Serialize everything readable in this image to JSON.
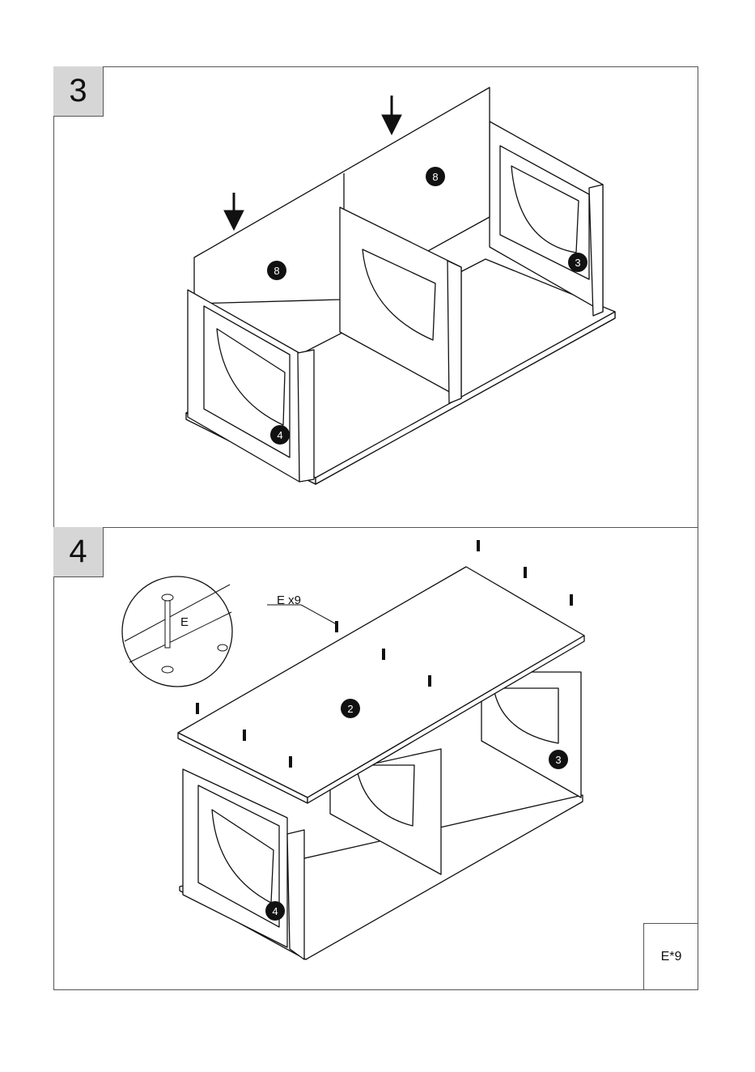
{
  "steps": [
    {
      "number": "3",
      "labels": {
        "part_left": "8",
        "part_right": "8",
        "part_back": "3",
        "part_front": "4"
      }
    },
    {
      "number": "4",
      "labels": {
        "part_top": "2",
        "part_back": "3",
        "part_front": "4"
      }
    }
  ],
  "detail": {
    "screw_letter": "E",
    "callout": "E x9"
  },
  "quantity_box": {
    "text": "E*9"
  },
  "icons": [
    "down-arrow-icon",
    "screw-icon"
  ]
}
